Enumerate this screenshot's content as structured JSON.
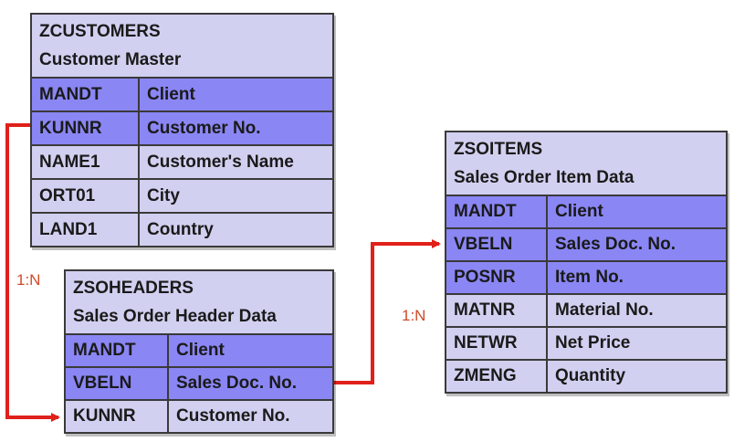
{
  "entities": [
    {
      "name": "ZCUSTOMERS",
      "description": "Customer Master",
      "fields": [
        {
          "field": "MANDT",
          "label": "Client",
          "key": true
        },
        {
          "field": "KUNNR",
          "label": "Customer No.",
          "key": true
        },
        {
          "field": "NAME1",
          "label": "Customer's Name",
          "key": false
        },
        {
          "field": "ORT01",
          "label": "City",
          "key": false
        },
        {
          "field": "LAND1",
          "label": "Country",
          "key": false
        }
      ]
    },
    {
      "name": "ZSOHEADERS",
      "description": "Sales Order Header Data",
      "fields": [
        {
          "field": "MANDT",
          "label": "Client",
          "key": true
        },
        {
          "field": "VBELN",
          "label": "Sales Doc. No.",
          "key": true
        },
        {
          "field": "KUNNR",
          "label": "Customer No.",
          "key": false
        }
      ]
    },
    {
      "name": "ZSOITEMS",
      "description": "Sales Order Item Data",
      "fields": [
        {
          "field": "MANDT",
          "label": "Client",
          "key": true
        },
        {
          "field": "VBELN",
          "label": "Sales Doc. No.",
          "key": true
        },
        {
          "field": "POSNR",
          "label": "Item No.",
          "key": true
        },
        {
          "field": "MATNR",
          "label": "Material No.",
          "key": false
        },
        {
          "field": "NETWR",
          "label": "Net Price",
          "key": false
        },
        {
          "field": "ZMENG",
          "label": "Quantity",
          "key": false
        }
      ]
    }
  ],
  "relationships": [
    {
      "cardinality": "1:N",
      "from": "ZCUSTOMERS.KUNNR",
      "to": "ZSOHEADERS.KUNNR"
    },
    {
      "cardinality": "1:N",
      "from": "ZSOHEADERS.VBELN",
      "to": "ZSOITEMS.VBELN"
    }
  ],
  "colors": {
    "entity_background": "#d2d0f0",
    "key_field_background": "#8a86f4",
    "border": "#3a3a3a",
    "relationship_line": "#e0201a",
    "cardinality_text": "#d04a2a"
  }
}
